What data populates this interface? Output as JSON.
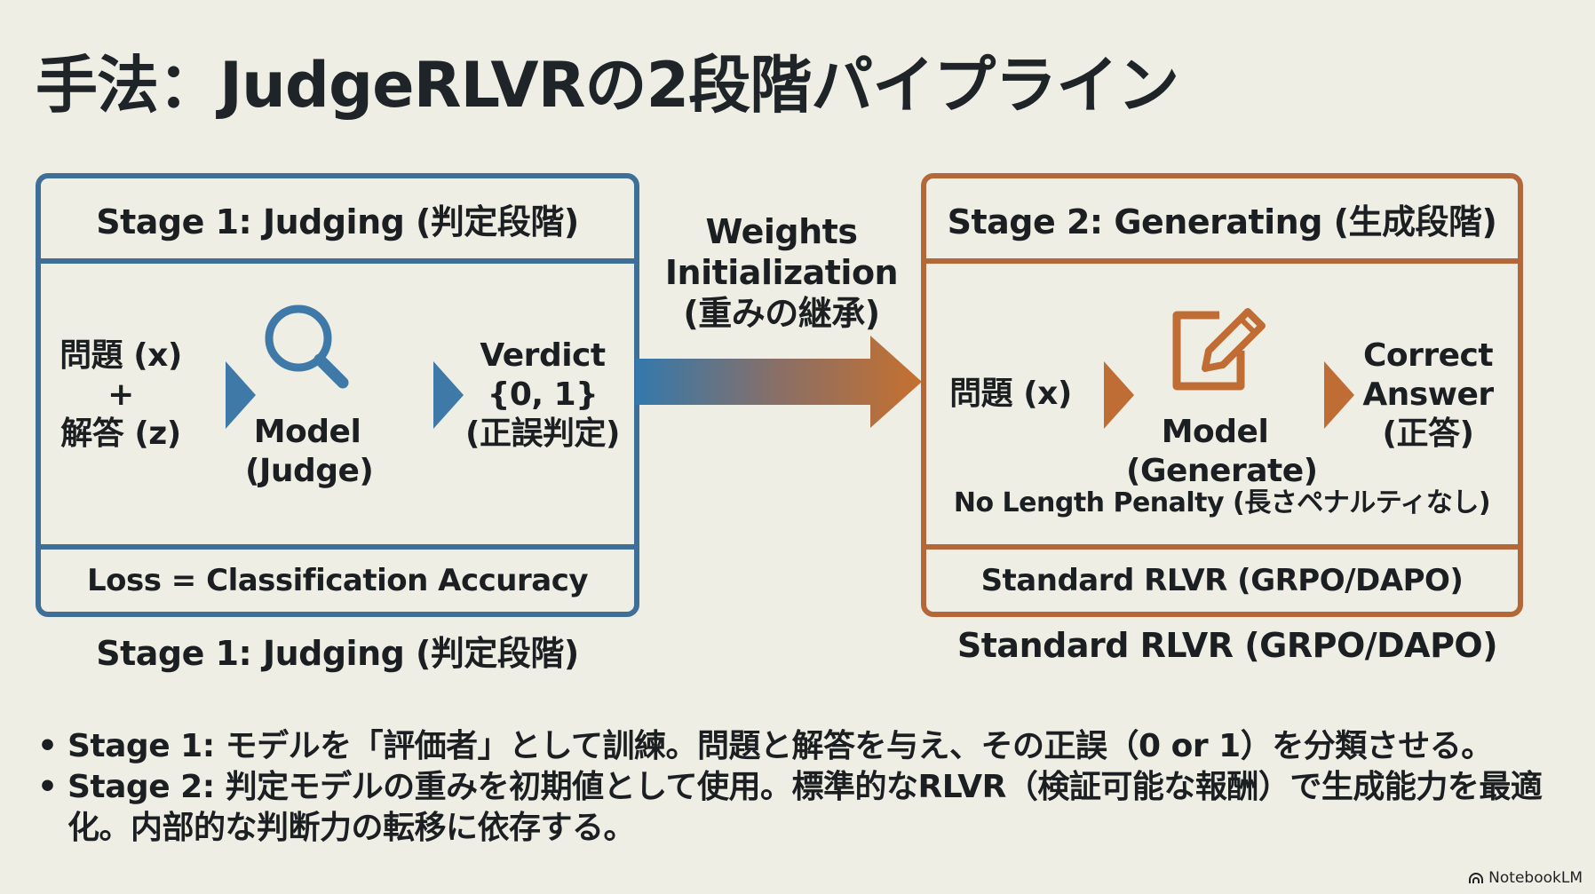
{
  "title": "手法：JudgeRLVRの2段階パイプライン",
  "colors": {
    "stage1": "#3e6f98",
    "stage2": "#b4683a",
    "background": "#efeee5"
  },
  "stage1": {
    "header": "Stage 1: Judging (判定段階)",
    "input_line1": "問題 (x)",
    "input_plus": "+",
    "input_line2": "解答 (z)",
    "icon": "magnifier-icon",
    "model_line1": "Model",
    "model_line2": "(Judge)",
    "output_line1": "Verdict",
    "output_line2": "{0, 1}",
    "output_line3": "(正誤判定)",
    "footer": "Loss = Classification Accuracy",
    "caption": "Stage 1: Judging (判定段階)"
  },
  "transfer": {
    "line1": "Weights",
    "line2": "Initialization",
    "line3": "(重みの継承)"
  },
  "stage2": {
    "header": "Stage 2: Generating (生成段階)",
    "input": "問題 (x)",
    "icon": "edit-icon",
    "model_line1": "Model",
    "model_line2": "(Generate)",
    "output_line1": "Correct",
    "output_line2": "Answer",
    "output_line3": "(正答)",
    "note": "No Length Penalty (長さペナルティなし)",
    "footer": "Standard RLVR (GRPO/DAPO)",
    "caption": "Standard RLVR (GRPO/DAPO)"
  },
  "bullets": [
    {
      "text": "Stage 1: モデルを「評価者」として訓練。問題と解答を与え、その正誤（0 or 1）を分類させる。"
    },
    {
      "text": "Stage 2: 判定モデルの重みを初期値として使用。標準的なRLVR（検証可能な報酬）で生成能力を最適化。内部的な判断力の転移に依存する。"
    }
  ],
  "brand": "NotebookLM"
}
